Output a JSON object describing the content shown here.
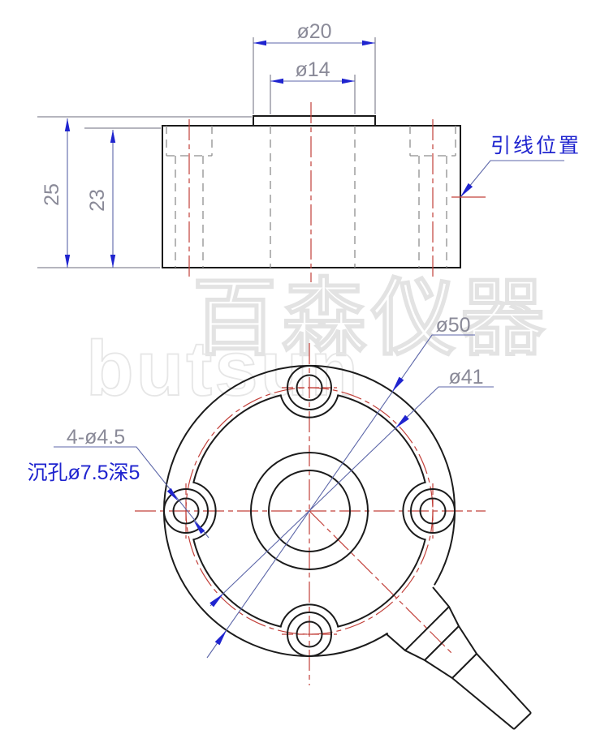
{
  "drawing_title": "load-cell-dimension-drawing",
  "side_view": {
    "boss_diameter": "ø20",
    "hole_diameter": "ø14",
    "total_height": "25",
    "body_height": "23",
    "lead_label": "引线位置"
  },
  "front_view": {
    "outer_diameter": "ø50",
    "bolt_circle_diameter": "ø41",
    "mounting_holes": "4-ø4.5",
    "counterbore_note": "沉孔ø7.5深5"
  },
  "watermark": {
    "cn": "百森仪器",
    "en": "butsun"
  },
  "colors": {
    "outline": "#1b1b1b",
    "hidden_line": "#8e8e8e",
    "centerline_red": "#c2403a",
    "dimension_blue": "#1f24cf",
    "dimension_text_gray": "#8a8a98",
    "leader_slate": "#5c66a8",
    "watermark_gray": "#e4e4e4"
  }
}
